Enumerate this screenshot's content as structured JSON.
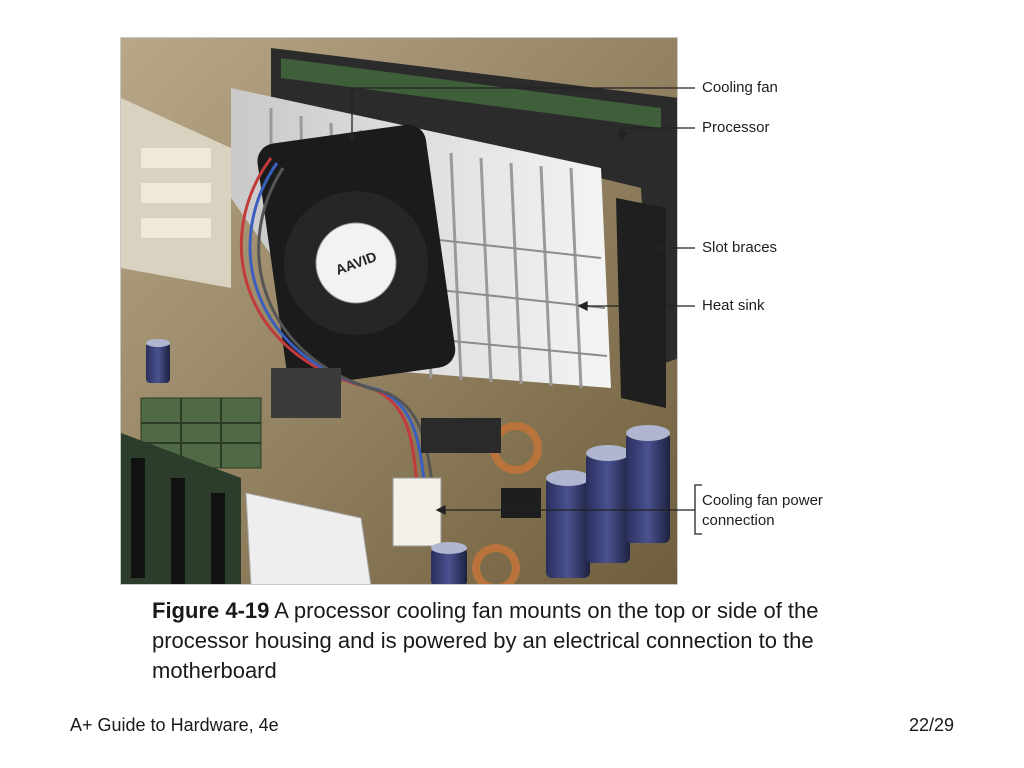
{
  "figure": {
    "photo_logo": "AAVID",
    "callouts": [
      {
        "key": "cooling_fan",
        "label": "Cooling fan"
      },
      {
        "key": "processor",
        "label": "Processor"
      },
      {
        "key": "slot_braces",
        "label": "Slot braces"
      },
      {
        "key": "heat_sink",
        "label": "Heat sink"
      },
      {
        "key": "fan_power",
        "label": "Cooling fan power connection"
      }
    ]
  },
  "caption": {
    "figure_number": "Figure 4-19",
    "text": "A processor cooling fan mounts on the top or side of the processor housing and is powered by an electrical connection to the motherboard"
  },
  "footer": {
    "book_title": "A+ Guide to Hardware, 4e",
    "page_indicator": "22/29"
  }
}
